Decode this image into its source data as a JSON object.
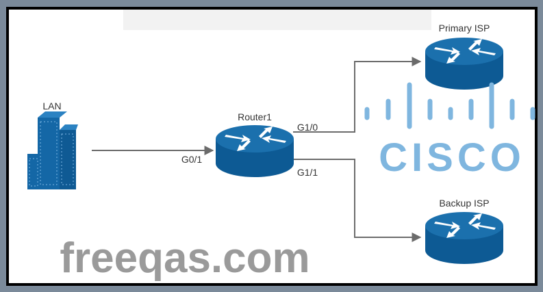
{
  "diagram": {
    "nodes": {
      "lan": {
        "label": "LAN"
      },
      "router1": {
        "label": "Router1"
      },
      "primary_isp": {
        "label": "Primary ISP"
      },
      "backup_isp": {
        "label": "Backup ISP"
      }
    },
    "interfaces": {
      "g0_1": "G0/1",
      "g1_0": "G1/0",
      "g1_1": "G1/1"
    },
    "colors": {
      "device": "#0f5f9a",
      "device_top": "#1a74b2",
      "link": "#6b6b6b",
      "logo": "#7fb6df"
    }
  },
  "watermark": {
    "text": "freeqas.com"
  },
  "logo": {
    "text": "CISCO"
  }
}
